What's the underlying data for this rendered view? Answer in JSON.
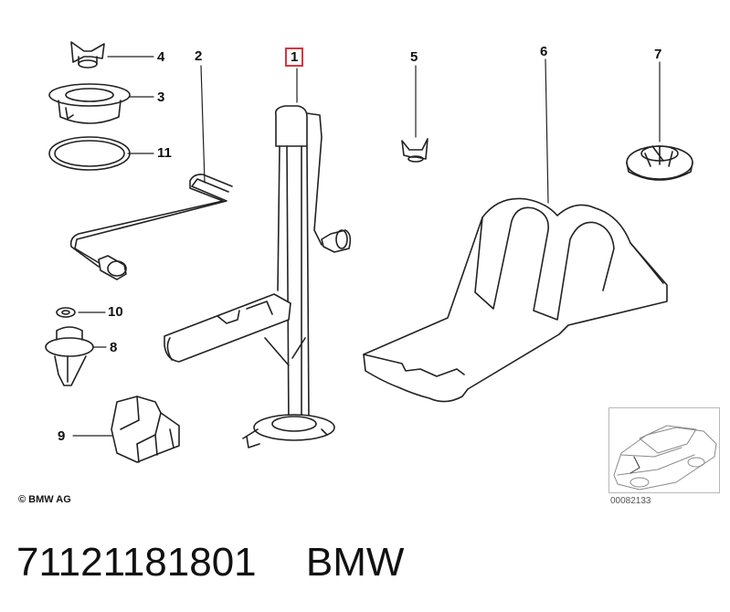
{
  "callouts": {
    "c1": "1",
    "c2": "2",
    "c3": "3",
    "c4": "4",
    "c5": "5",
    "c6": "6",
    "c7": "7",
    "c8": "8",
    "c9": "9",
    "c10": "10",
    "c11": "11"
  },
  "copyright": "© BMW AG",
  "thumbnail": {
    "code": "00082133"
  },
  "footer": {
    "part_number": "71121181801",
    "brand": "BMW"
  },
  "colors": {
    "highlight": "#d9363e",
    "line": "#222222"
  }
}
